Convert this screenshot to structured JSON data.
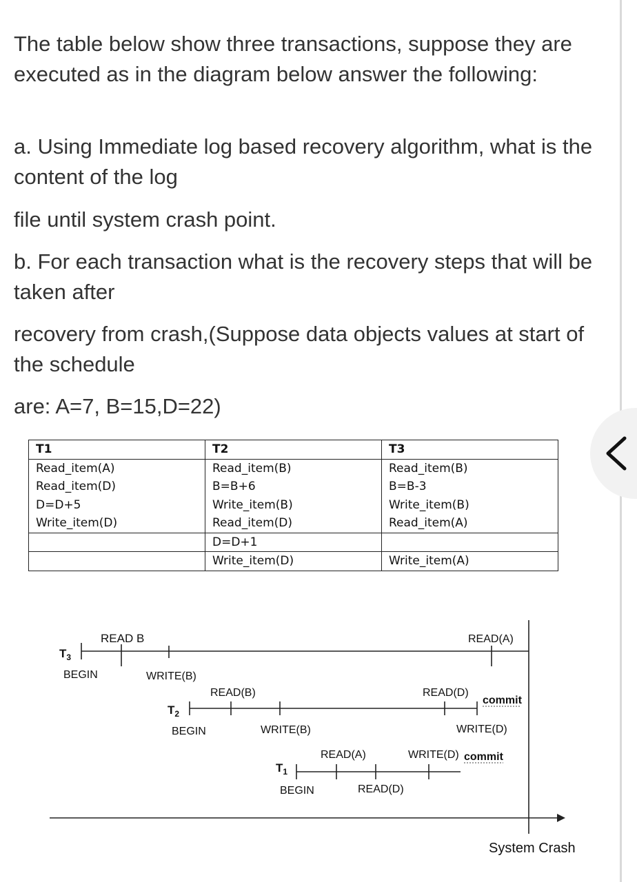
{
  "question": {
    "intro": "The table below show three transactions, suppose they are executed as in the diagram below answer the following:",
    "part_a_line1": "a. Using Immediate log based recovery algorithm, what is the content of the log",
    "part_a_line2": "file until system crash point.",
    "part_b_line1": "b. For each transaction what is the recovery steps that will be taken after",
    "part_b_line2": "recovery from crash,(Suppose data objects values at start of the schedule",
    "part_b_line3": "are: A=7, B=15,D=22)"
  },
  "table": {
    "headers": [
      "T1",
      "T2",
      "T3"
    ],
    "rows": [
      [
        "Read_item(A)",
        "Read_item(B)",
        "Read_item(B)"
      ],
      [
        "Read_item(D)",
        "B=B+6",
        "B=B-3"
      ],
      [
        "D=D+5",
        "Write_item(B)",
        "Write_item(B)"
      ],
      [
        "Write_item(D)",
        "Read_item(D)",
        "Read_item(A)"
      ],
      [
        "",
        "D=D+1",
        ""
      ],
      [
        "",
        "Write_item(D)",
        "Write_item(A)"
      ]
    ]
  },
  "diagram": {
    "t3": {
      "label": "T",
      "sub": "3",
      "begin": "BEGIN",
      "read_b": "READ B",
      "write_b": "WRITE(B)",
      "read_a": "READ(A)"
    },
    "t2": {
      "label": "T",
      "sub": "2",
      "begin": "BEGIN",
      "read_b": "READ(B)",
      "write_b": "WRITE(B)",
      "read_d": "READ(D)",
      "write_d": "WRITE(D)",
      "commit": "commit"
    },
    "t1": {
      "label": "T",
      "sub": "1",
      "begin": "BEGIN",
      "read_a": "READ(A)",
      "read_d": "READ(D)",
      "write_d": "WRITE(D)",
      "commit": "commit"
    },
    "system_crash": "System Crash"
  },
  "icons": {
    "nav": "chevron-left-icon"
  }
}
